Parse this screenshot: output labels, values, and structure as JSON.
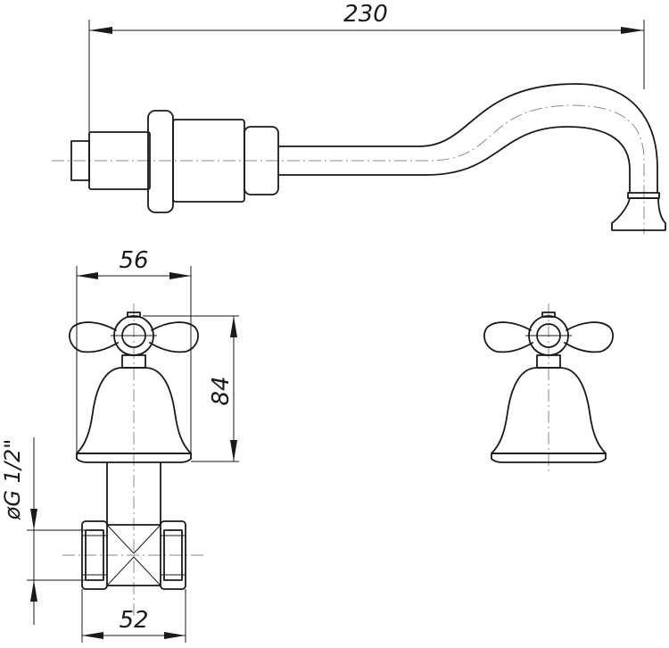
{
  "diagram": {
    "dimensions": {
      "spout_length": "230",
      "handle_width": "56",
      "handle_height": "84",
      "connection_width": "52",
      "thread_size": "øG 1/2\""
    },
    "colors": {
      "line": "#1a1a1a",
      "centerline": "#8a8a8a",
      "background": "#ffffff"
    }
  }
}
